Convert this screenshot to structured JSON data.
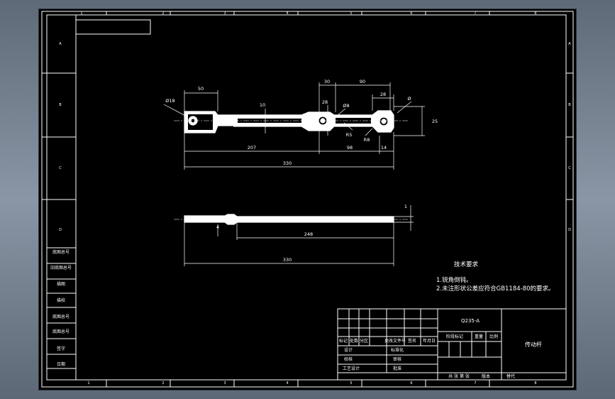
{
  "border": {
    "top_zones": [
      "1",
      "2",
      "3",
      "4",
      "5",
      "6",
      "7",
      "8"
    ],
    "bottom_zones": [
      "1",
      "2",
      "3",
      "4",
      "5",
      "6",
      "7",
      "8"
    ],
    "left_zones": [
      "A",
      "B",
      "C",
      "D"
    ],
    "right_zones": [
      "A",
      "B",
      "C",
      "D"
    ]
  },
  "side_table": [
    "底图总号",
    "旧底图总号",
    "描图",
    "描校",
    "底图总号",
    "底图总号",
    "签字",
    "日期"
  ],
  "dims_top": {
    "d50": "50",
    "d30": "30",
    "d90": "90",
    "d28": "28",
    "d10": "10",
    "d207": "207",
    "d98": "98",
    "d14": "14",
    "d330": "330",
    "d25": "25",
    "dia18": "Ø18",
    "dia8": "Ø8",
    "r5": "R5",
    "r8": "R8",
    "phi": "Ø"
  },
  "dims_bottom": {
    "d4": "4",
    "d248": "248",
    "d330": "330",
    "d1": "1"
  },
  "tech": {
    "title": "技术要求",
    "line1": "1.锐角倒钝。",
    "line2": "2.未注形状公差应符合GB1184-80的要求。"
  },
  "title_block": {
    "material": "Q235-A",
    "part_name": "传动杆",
    "headers": [
      "标记",
      "处数",
      "分区",
      "更改文件号",
      "签名",
      "年月日"
    ],
    "roles": [
      "设计",
      "校核",
      "工艺设计"
    ],
    "roles2": [
      "标准化",
      "审核",
      "批准"
    ],
    "stage": [
      "阶段标记",
      "重量",
      "比例"
    ],
    "sheet": "共 张 第 张",
    "version": "版本",
    "replace": "替代"
  }
}
